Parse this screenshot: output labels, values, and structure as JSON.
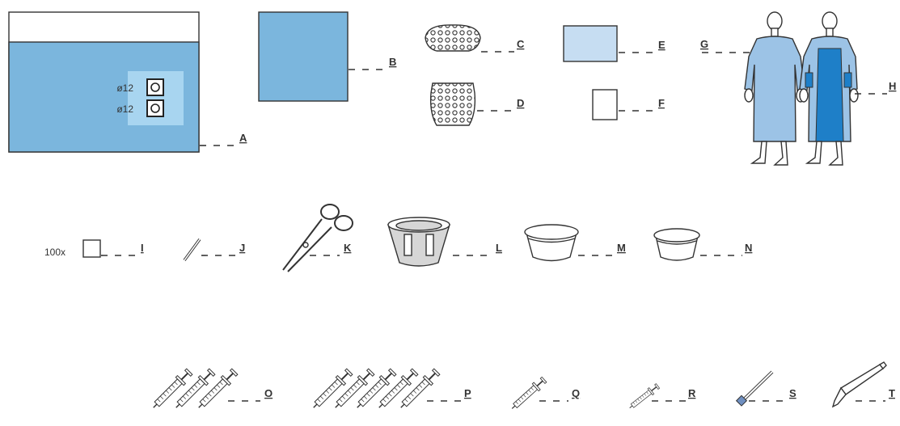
{
  "items": [
    {
      "letter": "A",
      "hole_labels": [
        "ø12",
        "ø12"
      ]
    },
    {
      "letter": "B"
    },
    {
      "letter": "C"
    },
    {
      "letter": "D"
    },
    {
      "letter": "E"
    },
    {
      "letter": "F"
    },
    {
      "letter": "G"
    },
    {
      "letter": "H"
    },
    {
      "letter": "I",
      "quantity": "100x"
    },
    {
      "letter": "J"
    },
    {
      "letter": "K"
    },
    {
      "letter": "L"
    },
    {
      "letter": "M"
    },
    {
      "letter": "N"
    },
    {
      "letter": "O"
    },
    {
      "letter": "P"
    },
    {
      "letter": "Q"
    },
    {
      "letter": "R"
    },
    {
      "letter": "S"
    },
    {
      "letter": "T"
    }
  ],
  "colors": {
    "drape_blue": "#7bb6dd",
    "light_blue": "#c6ddf2",
    "window_blue": "#a8d5f0",
    "gown_blue": "#9cc3e6",
    "reinforce_blue": "#1e7fc8",
    "bowl_grey": "#d6d6d6",
    "outline": "#333333",
    "swab_tip": "#6f8fc0"
  }
}
